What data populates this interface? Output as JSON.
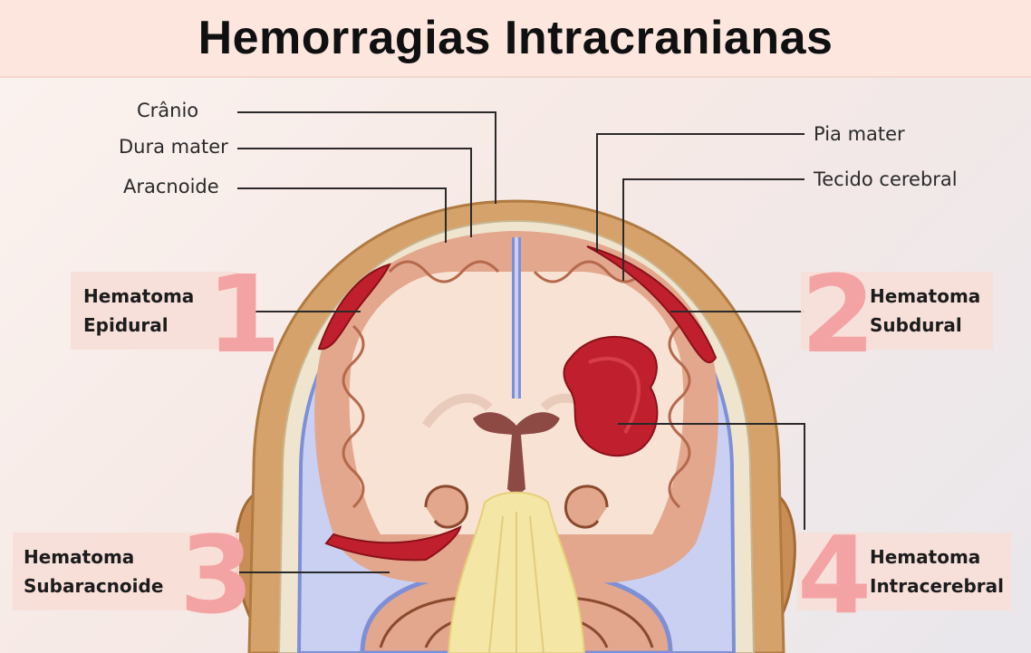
{
  "title": "Hemorragias Intracranianas",
  "layer_labels": {
    "cranio": "Crânio",
    "dura_mater": "Dura mater",
    "aracnoide": "Aracnoide",
    "pia_mater": "Pia mater",
    "tecido_cerebral": "Tecido cerebral"
  },
  "hematomas": [
    {
      "number": "1",
      "line1": "Hematoma",
      "line2": "Epidural"
    },
    {
      "number": "2",
      "line1": "Hematoma",
      "line2": "Subdural"
    },
    {
      "number": "3",
      "line1": "Hematoma",
      "line2": "Subaracnoide"
    },
    {
      "number": "4",
      "line1": "Hematoma",
      "line2": "Intracerebral"
    }
  ],
  "colors": {
    "scalp": "#d4a26a",
    "bone": "#efe5cf",
    "dura": "#7f8fd6",
    "gray_matter": "#e3a78e",
    "white_matter": "#f8e2d4",
    "blood": "#c0202e",
    "brainstem": "#f4e6a4",
    "number_accent": "#f3a3a3"
  }
}
